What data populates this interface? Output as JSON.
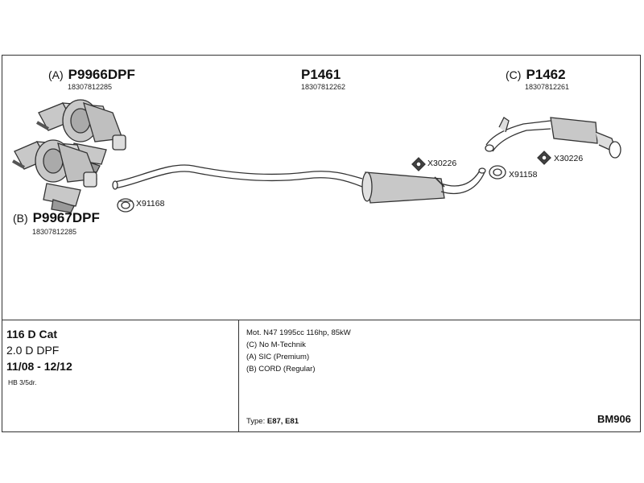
{
  "parts": {
    "a": {
      "prefix": "(A)",
      "code": "P9966DPF",
      "number": "18307812285"
    },
    "b": {
      "prefix": "(B)",
      "code": "P9967DPF",
      "number": "18307812285"
    },
    "middle": {
      "code": "P1461",
      "number": "18307812262"
    },
    "c": {
      "prefix": "(C)",
      "code": "P1462",
      "number": "18307812261"
    }
  },
  "clamps": {
    "x91168": "X91168",
    "x30226_mid": "X30226",
    "x91158": "X91158",
    "x30226_rear": "X30226"
  },
  "vehicle": {
    "model": "116 D Cat",
    "engine": "2.0 D DPF",
    "years": "11/08 - 12/12",
    "body": "HB 3/5dr."
  },
  "specs": {
    "line1": "Mot. N47 1995cc 116hp, 85kW",
    "line2": "(C) No M-Technik",
    "line3": "(A) SIC (Premium)",
    "line4": "(B) CORD (Regular)",
    "type_label": "Type:",
    "type_value": "E87, E81"
  },
  "code": "BM906",
  "colors": {
    "line": "#333333",
    "fill": "#c8c8c8",
    "dark": "#555555"
  }
}
